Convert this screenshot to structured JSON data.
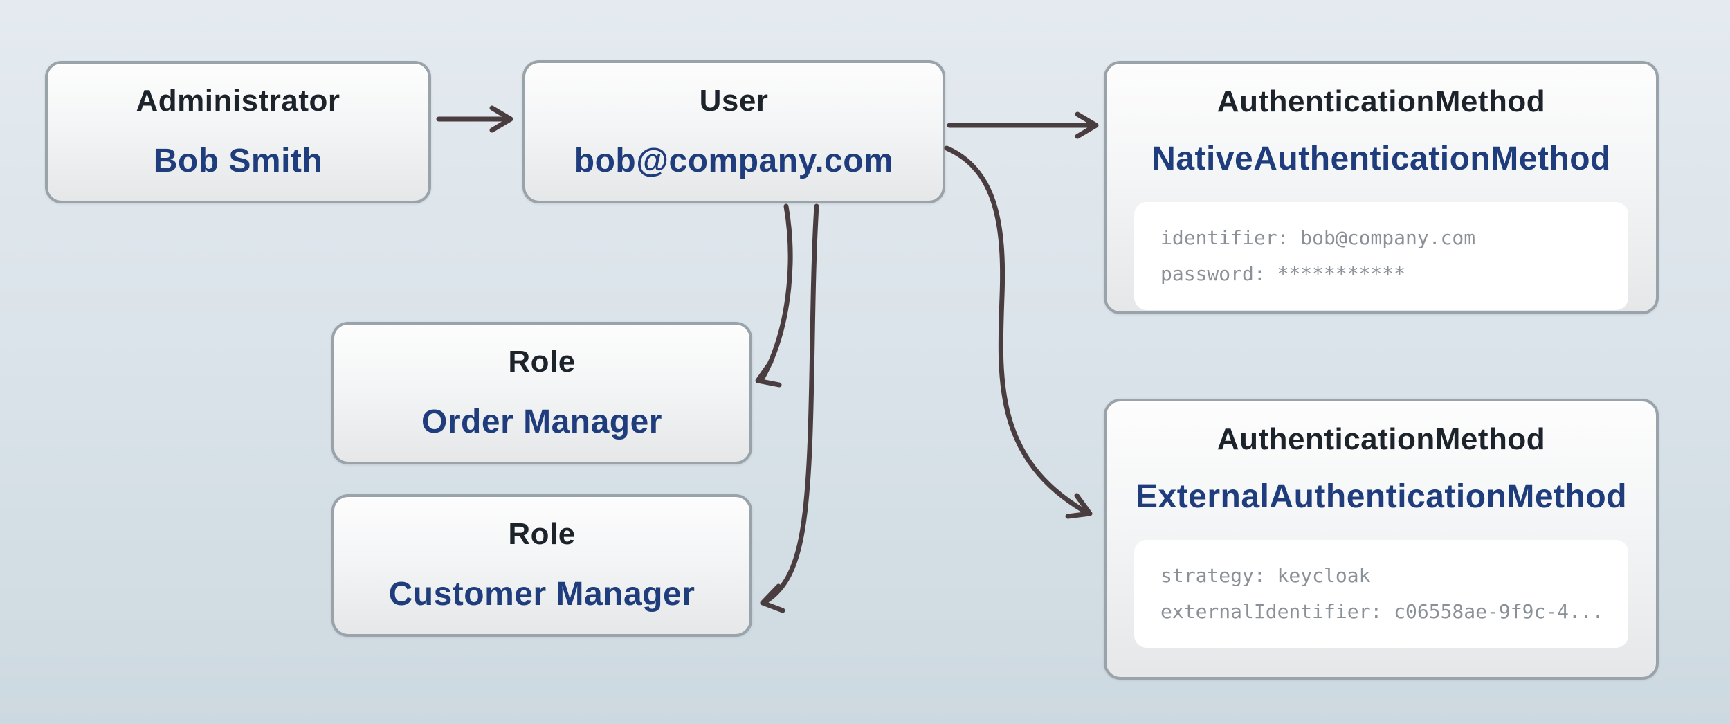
{
  "diagram": {
    "nodes": {
      "administrator": {
        "type_label": "Administrator",
        "value": "Bob Smith"
      },
      "user": {
        "type_label": "User",
        "value": "bob@company.com"
      },
      "role_order": {
        "type_label": "Role",
        "value": "Order Manager"
      },
      "role_customer": {
        "type_label": "Role",
        "value": "Customer Manager"
      },
      "native_auth": {
        "type_label": "AuthenticationMethod",
        "value": "NativeAuthenticationMethod",
        "code": [
          "identifier: bob@company.com",
          "password: ***********"
        ]
      },
      "external_auth": {
        "type_label": "AuthenticationMethod",
        "value": "ExternalAuthenticationMethod",
        "code": [
          "strategy: keycloak",
          "externalIdentifier: c06558ae-9f9c-4..."
        ]
      }
    },
    "edges": [
      {
        "from": "administrator",
        "to": "user"
      },
      {
        "from": "user",
        "to": "native_auth"
      },
      {
        "from": "user",
        "to": "external_auth"
      },
      {
        "from": "user",
        "to": "role_order"
      },
      {
        "from": "user",
        "to": "role_customer"
      }
    ],
    "colors": {
      "background_top": "#e4eaf0",
      "background_bottom": "#cdd9e0",
      "box_border": "#99a3a9",
      "title_text": "#1d232b",
      "value_text": "#1f3d7c",
      "code_text": "#8a9097",
      "arrow": "#4a3d3f"
    }
  }
}
